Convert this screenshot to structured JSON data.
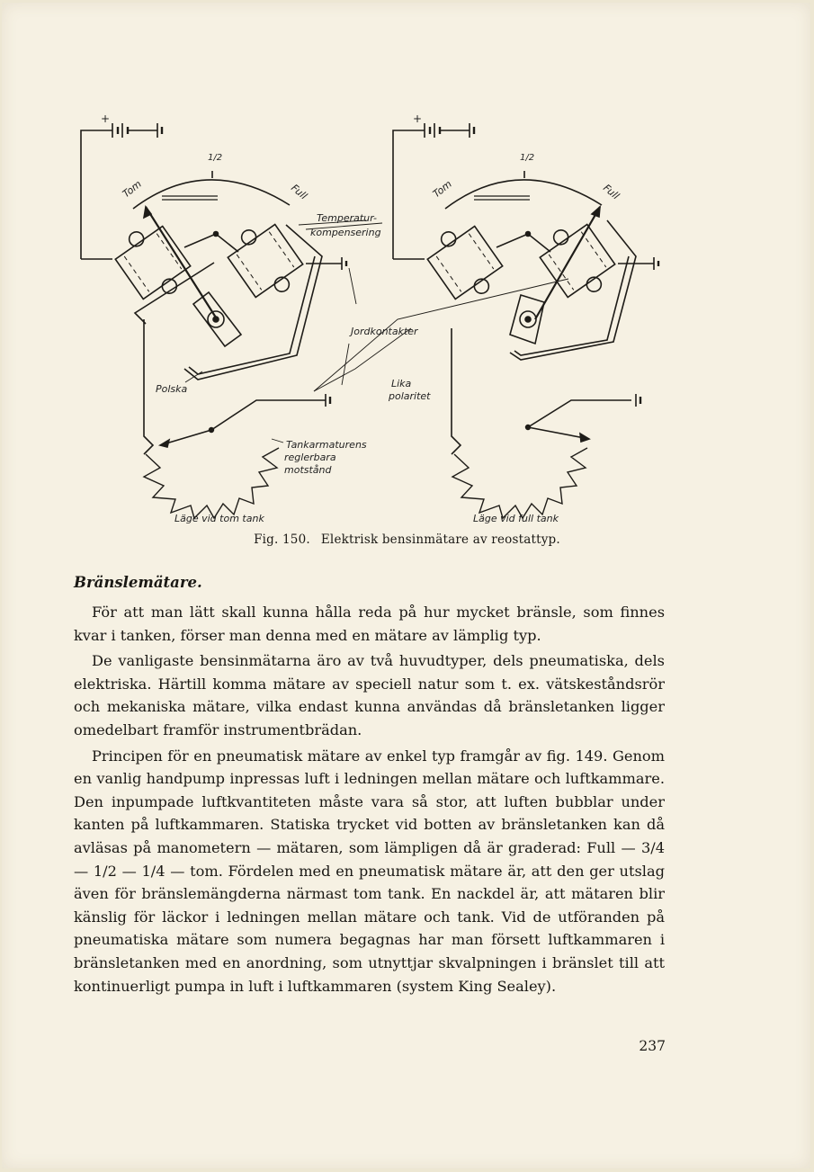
{
  "figure": {
    "labels": {
      "half_left": "1/2",
      "half_right": "1/2",
      "tom_left": "Tom",
      "full_left": "Full",
      "tom_right": "Tom",
      "full_right": "Full",
      "temperatur": "Temperatur-",
      "kompensering": "kompensering",
      "jordkontakter": "Jordkontakter",
      "polska": "Polska",
      "lika": "Lika",
      "polaritet": "polaritet",
      "tankarm_1": "Tankarmaturens",
      "tankarm_2": "reglerbara",
      "tankarm_3": "motstånd",
      "lage_tom": "Läge vid tom tank",
      "lage_full": "Läge vid full tank",
      "plus_left": "+",
      "plus_right": "+"
    },
    "caption_number": "Fig. 150.",
    "caption_text": "Elektrisk bensinmätare av reostattyp."
  },
  "heading": "Bränslemätare.",
  "paragraphs": [
    "För att man lätt skall kunna hålla reda på hur mycket bränsle, som finnes kvar i tanken, förser man denna med en mätare av lämplig typ.",
    "De vanligaste bensinmätarna äro av två huvudtyper, dels pneumatiska, dels elektriska. Härtill komma mätare av speciell natur som t. ex. vätskeståndsrör och mekaniska mätare, vilka endast kunna användas då bränsletanken ligger omedelbart framför instrumentbrädan.",
    "Principen för en pneumatisk mätare av enkel typ framgår av fig. 149. Genom en vanlig handpump inpressas luft i ledningen mellan mätare och luftkammare. Den inpumpade luftkvantiteten måste vara så stor, att luften bubblar under kanten på luftkammaren. Statiska trycket vid botten av bränsletanken kan då avläsas på manometern — mätaren, som lämpligen då är graderad: Full — 3/4 — 1/2 — 1/4 — tom. Fördelen med en pneumatisk mätare är, att den ger utslag även för bränslemängderna närmast tom tank. En nackdel är, att mätaren blir känslig för läckor i ledningen mellan mätare och tank. Vid de utföranden på pneumatiska mätare som numera begagnas har man försett luftkammaren i bränsletanken med en anordning, som utnyttjar skvalpningen i bränslet till att kontinuerligt pumpa in luft i luftkammaren (system King Sealey)."
  ],
  "page_number": "237"
}
